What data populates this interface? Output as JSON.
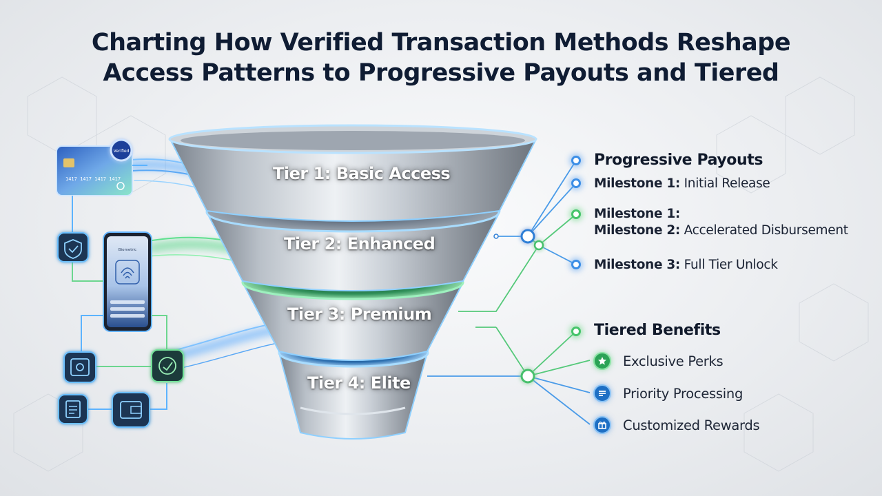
{
  "title": {
    "line1": "Charting How Verified Transaction Methods Reshape",
    "line2": "Access Patterns to Progressive Payouts and Tiered"
  },
  "tiers": [
    {
      "label": "Tier 1: Basic Access"
    },
    {
      "label": "Tier 2: Enhanced"
    },
    {
      "label": "Tier 3: Premium"
    },
    {
      "label": "Tier 4: Elite"
    }
  ],
  "progressive_payouts": {
    "heading": "Progressive Payouts",
    "milestones": [
      {
        "bold": "Milestone 1:",
        "text": " Initial Release"
      },
      {
        "bold": "Milestone 1:",
        "text": ""
      },
      {
        "bold": "Milestone 2:",
        "text": " Accelerated Disbursement"
      },
      {
        "bold": "Milestone 3:",
        "text": " Full Tier Unlock"
      }
    ]
  },
  "tiered_benefits": {
    "heading": "Tiered Benefits",
    "items": [
      {
        "label": "Exclusive Perks",
        "icon": "perks-icon"
      },
      {
        "label": "Priority Processing",
        "icon": "processing-icon"
      },
      {
        "label": "Customized Rewards",
        "icon": "rewards-icon"
      }
    ]
  },
  "card": {
    "number_text": "1417  1417  1417  1417",
    "badge": "Verified"
  },
  "phone": {
    "header": "Biometric"
  },
  "colors": {
    "title": "#0f1c33",
    "accent_blue": "#3c8ee6",
    "accent_green": "#46c46a",
    "funnel_steel": "#a9b0b9"
  }
}
